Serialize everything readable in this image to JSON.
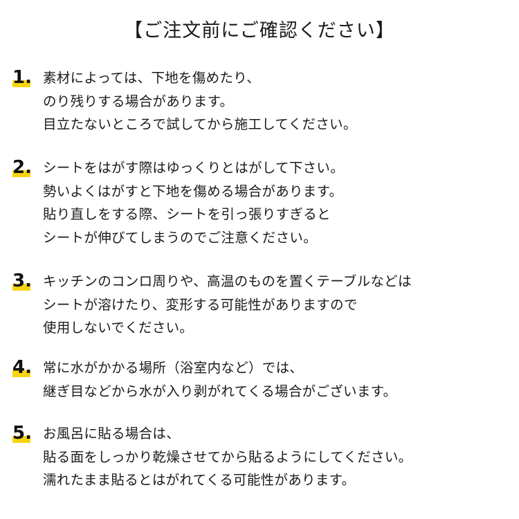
{
  "title": "【ご注文前にご確認ください】",
  "notices": [
    {
      "number": "1.",
      "lines": [
        "素材によっては、下地を傷めたり、",
        "のり残りする場合があります。",
        "目立たないところで試してから施工してください。"
      ]
    },
    {
      "number": "2.",
      "lines": [
        "シートをはがす際はゆっくりとはがして下さい。",
        "勢いよくはがすと下地を傷める場合があります。",
        "貼り直しをする際、シートを引っ張りすぎると",
        "シートが伸びてしまうのでご注意ください。"
      ]
    },
    {
      "number": "3.",
      "lines": [
        "キッチンのコンロ周りや、高温のものを置くテーブルなどは",
        "シートが溶けたり、変形する可能性がありますので",
        "使用しないでください。"
      ]
    },
    {
      "number": "4.",
      "lines": [
        "常に水がかかる場所（浴室内など）では、",
        "継ぎ目などから水が入り剥がれてくる場合がございます。"
      ]
    },
    {
      "number": "5.",
      "lines": [
        "お風呂に貼る場合は、",
        "貼る面をしっかり乾燥させてから貼るようにしてください。",
        "濡れたまま貼るとはがれてくる可能性があります。"
      ]
    }
  ],
  "colors": {
    "highlight": "#f5d50f",
    "text": "#1a1a1a",
    "background": "#ffffff"
  }
}
